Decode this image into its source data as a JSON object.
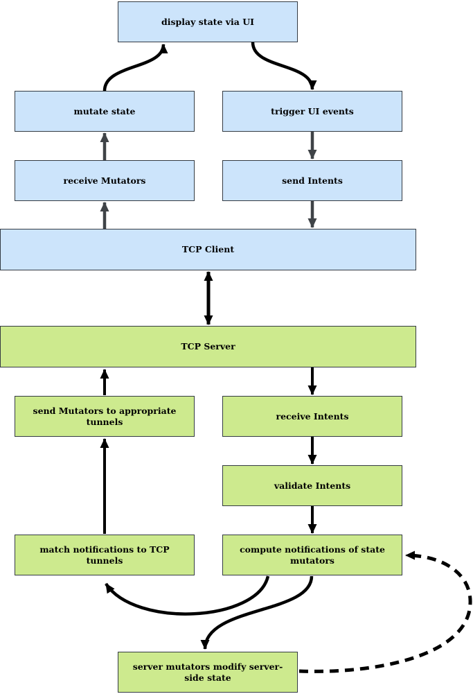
{
  "diagram": {
    "kind": "flowchart",
    "colors": {
      "client_fill": "#cce4fb",
      "server_fill": "#cdea8e",
      "node_border": "#333a42",
      "arrow_black": "#000000",
      "arrow_gray": "#3f4347",
      "background": "#ffffff"
    },
    "nodes": {
      "display_state": {
        "label": "display state via UI",
        "side": "client"
      },
      "mutate_state": {
        "label": "mutate state",
        "side": "client"
      },
      "trigger_ui_events": {
        "label": "trigger UI events",
        "side": "client"
      },
      "receive_mutators": {
        "label": "receive Mutators",
        "side": "client"
      },
      "send_intents": {
        "label": "send Intents",
        "side": "client"
      },
      "tcp_client": {
        "label": "TCP Client",
        "side": "client"
      },
      "tcp_server": {
        "label": "TCP Server",
        "side": "server"
      },
      "send_mutators": {
        "label": "send Mutators to appropriate tunnels",
        "side": "server"
      },
      "receive_intents": {
        "label": "receive Intents",
        "side": "server"
      },
      "validate_intents": {
        "label": "validate Intents",
        "side": "server"
      },
      "match_notifications": {
        "label": "match notifications to TCP tunnels",
        "side": "server"
      },
      "compute_notifications": {
        "label": "compute notifications of state mutators",
        "side": "server"
      },
      "server_mutators": {
        "label": "server mutators modify server-side state",
        "side": "server"
      }
    },
    "edges": [
      {
        "from": "mutate_state",
        "to": "display_state",
        "style": "curved-black"
      },
      {
        "from": "display_state",
        "to": "trigger_ui_events",
        "style": "curved-black"
      },
      {
        "from": "trigger_ui_events",
        "to": "send_intents",
        "style": "straight-gray"
      },
      {
        "from": "send_intents",
        "to": "tcp_client",
        "style": "straight-gray"
      },
      {
        "from": "receive_mutators",
        "to": "mutate_state",
        "style": "straight-gray"
      },
      {
        "from": "tcp_client",
        "to": "receive_mutators",
        "style": "straight-gray"
      },
      {
        "from": "tcp_client",
        "to": "tcp_server",
        "style": "double-headed-black"
      },
      {
        "from": "send_mutators",
        "to": "tcp_server",
        "style": "straight-black"
      },
      {
        "from": "tcp_server",
        "to": "receive_intents",
        "style": "straight-black"
      },
      {
        "from": "receive_intents",
        "to": "validate_intents",
        "style": "straight-black"
      },
      {
        "from": "validate_intents",
        "to": "compute_notifications",
        "style": "straight-black"
      },
      {
        "from": "match_notifications",
        "to": "send_mutators",
        "style": "straight-black"
      },
      {
        "from": "compute_notifications",
        "to": "match_notifications",
        "style": "curved-black"
      },
      {
        "from": "compute_notifications",
        "to": "server_mutators",
        "style": "curved-black"
      },
      {
        "from": "server_mutators",
        "to": "compute_notifications",
        "style": "dashed-black"
      }
    ]
  }
}
